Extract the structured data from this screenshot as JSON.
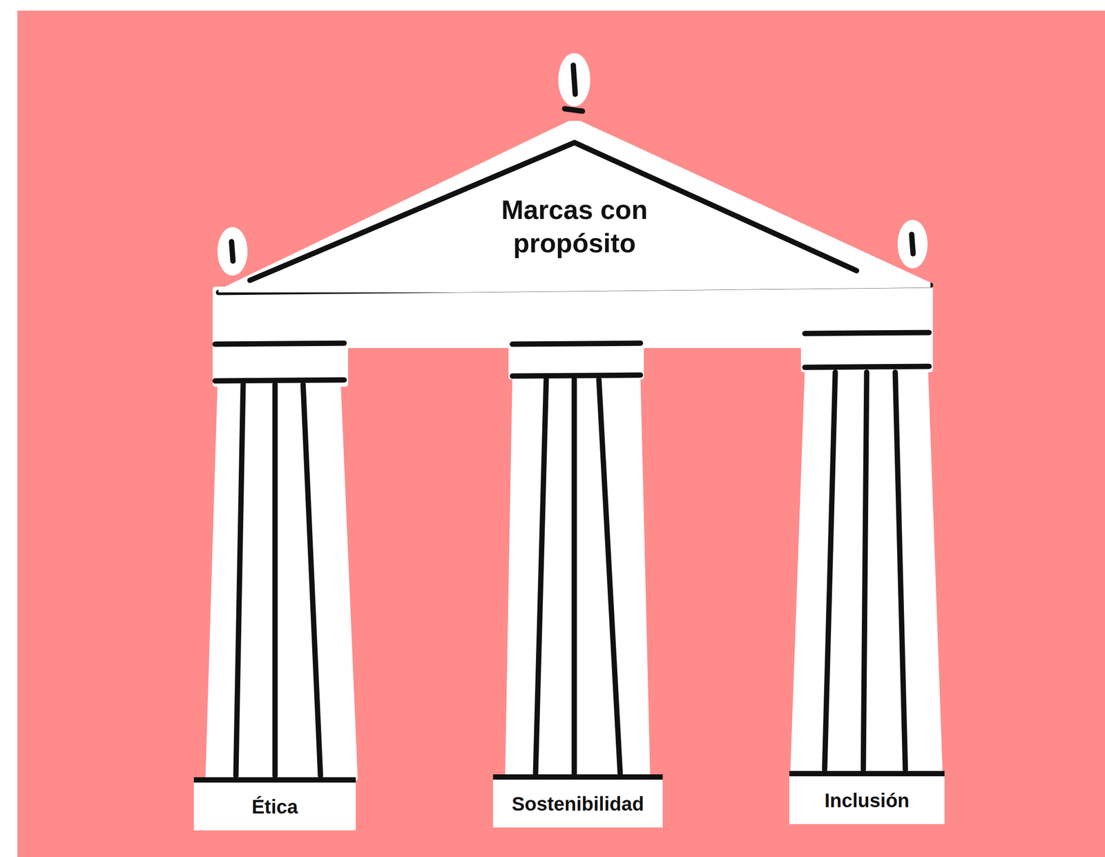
{
  "diagram": {
    "nodes": [
      {
        "text": [
          "Marcas con propósito"
        ]
      },
      {
        "text": [
          "Ética"
        ]
      },
      {
        "text": [
          "Sostenibilidad"
        ]
      },
      {
        "text": [
          "Inclusión"
        ]
      }
    ]
  }
}
